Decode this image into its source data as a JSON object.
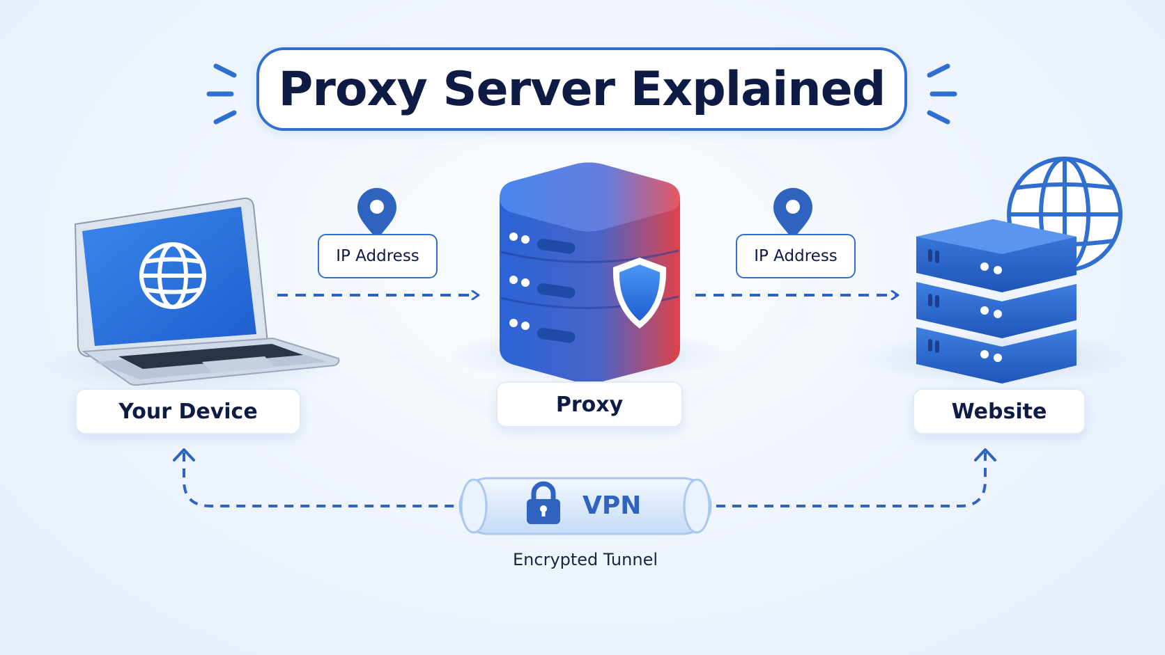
{
  "title": "Proxy Server Explained",
  "nodes": {
    "device": "Your Device",
    "proxy": "Proxy",
    "website": "Website"
  },
  "connections": {
    "left_label": "IP Address",
    "right_label": "IP Address"
  },
  "vpn": {
    "label": "VPN",
    "caption": "Encrypted Tunnel"
  },
  "colors": {
    "accent": "#2f6fd0",
    "title_text": "#0d1b45",
    "proxy_gradient_start": "#2f6fe0",
    "proxy_gradient_end": "#e0424a"
  },
  "icons": [
    "sparkle-left-icon",
    "sparkle-right-icon",
    "laptop-icon",
    "globe-icon",
    "location-pin-icon",
    "server-icon",
    "shield-icon",
    "lock-icon",
    "arrow-icon"
  ]
}
